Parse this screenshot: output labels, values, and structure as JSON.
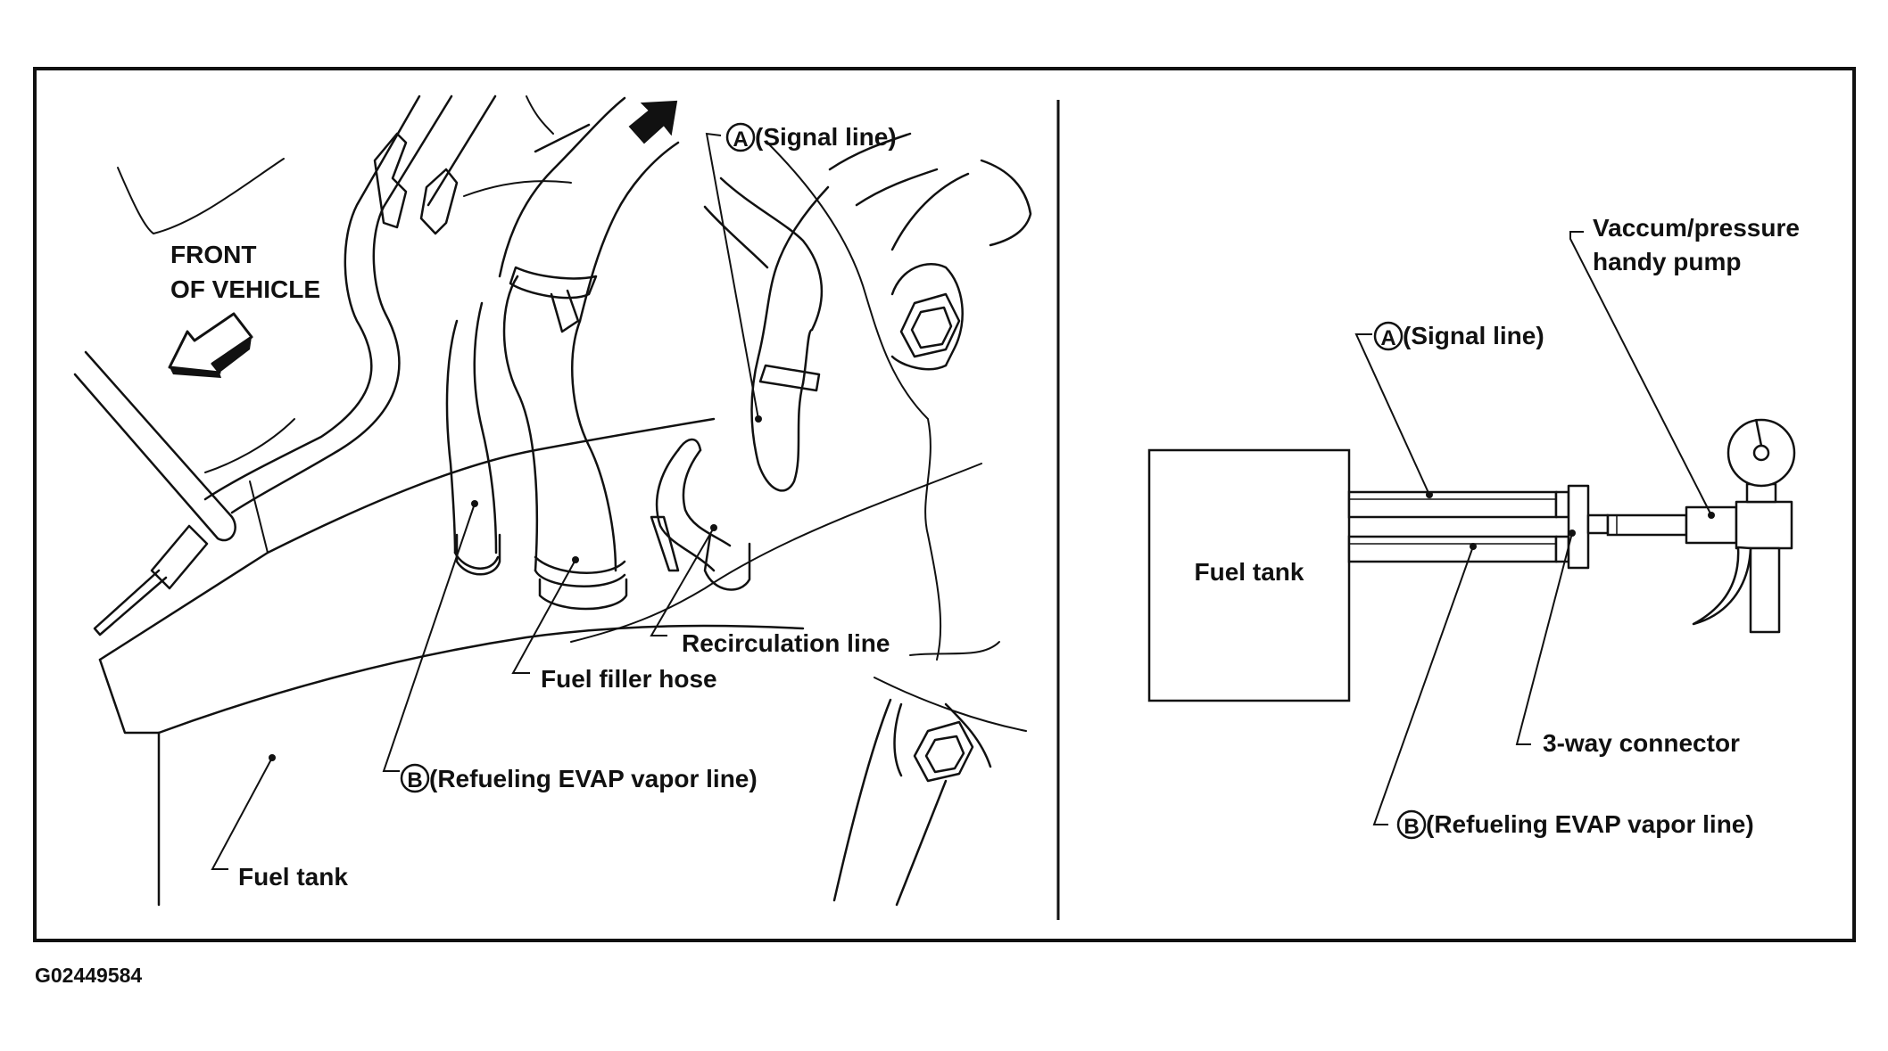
{
  "figure_id": "G02449584",
  "left_view": {
    "front_of_vehicle_line1": "FRONT",
    "front_of_vehicle_line2": "OF VEHICLE",
    "signal_line_marker": "A",
    "signal_line_label": "(Signal line)",
    "recirculation_line": "Recirculation line",
    "fuel_filler_hose": "Fuel filler hose",
    "vapor_line_marker": "B",
    "vapor_line_label": "(Refueling EVAP vapor line)",
    "fuel_tank": "Fuel tank"
  },
  "right_view": {
    "pump_label_line1": "Vaccum/pressure",
    "pump_label_line2": "handy pump",
    "signal_line_marker": "A",
    "signal_line_label": "(Signal line)",
    "fuel_tank": "Fuel tank",
    "three_way_connector": "3-way connector",
    "vapor_line_marker": "B",
    "vapor_line_label": "(Refueling EVAP vapor line)"
  }
}
